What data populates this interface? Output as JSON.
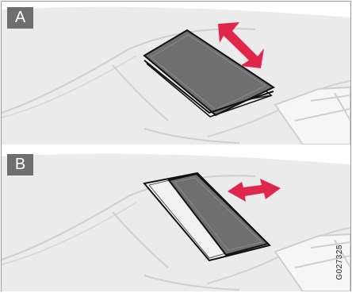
{
  "panels": [
    {
      "label": "A",
      "roof_position": "tilted-up",
      "arrow_direction": "up-down"
    },
    {
      "label": "B",
      "roof_position": "slid-back-open",
      "arrow_direction": "left-right"
    }
  ],
  "figure_code": "G027325",
  "colors": {
    "roof_body": "#e9e9e9",
    "roof_lines": "#cfcfcf",
    "glass_panel": "#6f6f6f",
    "arrow": "#e0264b",
    "label_box": "#6e6e6e",
    "label_text": "#ffffff"
  }
}
